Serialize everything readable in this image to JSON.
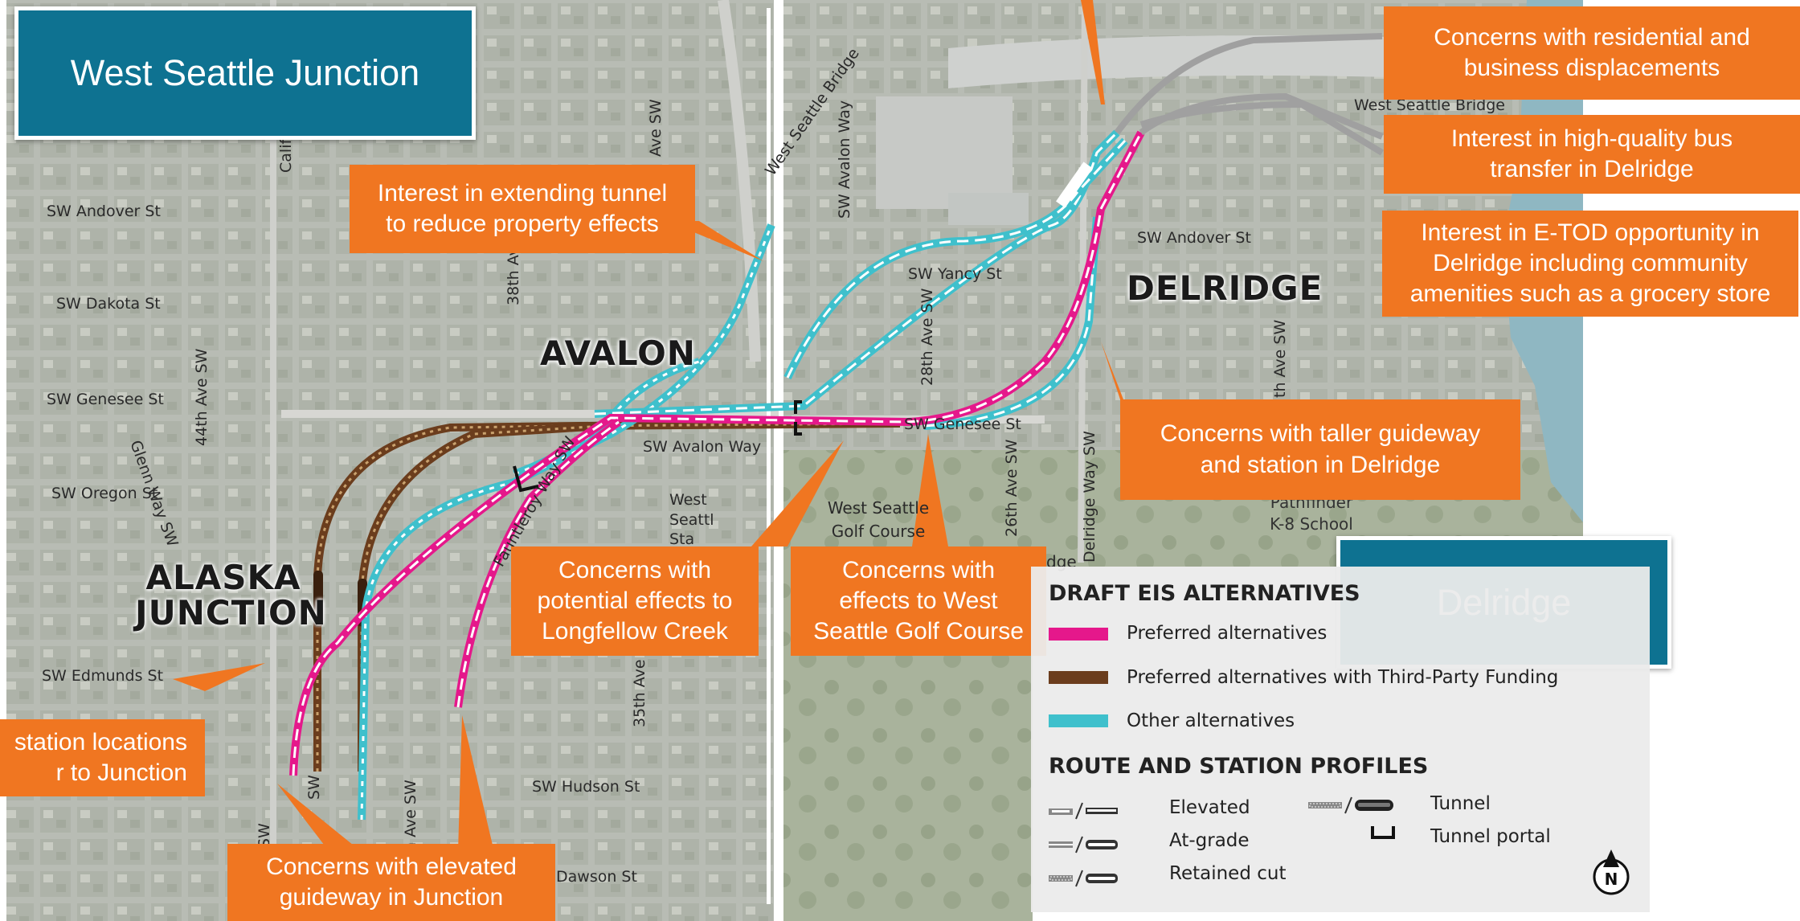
{
  "colors": {
    "preferred": "#e5188b",
    "third_party": "#6b3d1d",
    "other": "#3fc0cc",
    "callout": "#f07621",
    "titlebox": "#0e7291"
  },
  "panels": {
    "left_title": "West Seattle Junction",
    "right_title": "Delridge"
  },
  "districts": {
    "avalon": "AVALON",
    "alaska_line1": "ALASKA",
    "alaska_line2": "JUNCTION",
    "delridge": "DELRIDGE"
  },
  "streets": {
    "andover_left": "SW Andover St",
    "dakota": "SW Dakota St",
    "genesee_left": "SW Genesee St",
    "oregon": "SW Oregon St",
    "edmunds": "SW Edmunds St",
    "hudson": "SW Hudson St",
    "dawson": "Dawson St",
    "ave44": "44th Ave SW",
    "glenn": "Glenn Way SW",
    "ave38": "38th Av",
    "ave35": "35th Ave",
    "fauntleroy": "Fauntleroy Way SW",
    "avalon_way": "SW Avalon Way",
    "ws_bridge_diag": "West Seattle Bridge",
    "avalon_way_sw": "SW Avalon Way",
    "ave_sw_top": "Ave SW",
    "calif": "Calif",
    "andover_right": "SW Andover St",
    "yancy": "SW Yancy St",
    "ave28": "28th Ave SW",
    "genesee_right": "SW Genesee St",
    "ave26": "26th Ave SW",
    "delridge_way": "Delridge Way SW",
    "ws_bridge_right": "West Seattle Bridge",
    "golf": "West Seattle Golf Course",
    "pathfinder": "Pathfinder K-8 School",
    "edge": "dge",
    "ws_stadium": "West Seattl Sta",
    "sw_bottom1": "SW",
    "sw_bottom2": "SW",
    "n_ave": "n Ave SW",
    "th_ave": "th Ave SW"
  },
  "callouts": {
    "tunnel": [
      "Interest in extending tunnel",
      "to reduce property effects"
    ],
    "longfellow": [
      "Concerns with",
      "potential effects to",
      "Longfellow Creek"
    ],
    "golf": [
      "Concerns with",
      "effects to West",
      "Seattle Golf Course"
    ],
    "elevated": [
      "Concerns with elevated",
      "guideway in Junction"
    ],
    "station_loc": [
      "station locations",
      "r to Junction"
    ],
    "displacement": [
      "Concerns with residential and",
      "business displacements"
    ],
    "bus": [
      "Interest in high-quality bus",
      "transfer in Delridge"
    ],
    "etod": [
      "Interest in E-TOD opportunity in",
      "Delridge including community",
      "amenities such as a grocery store"
    ],
    "taller": [
      "Concerns with taller guideway",
      "and station in Delridge"
    ]
  },
  "legend": {
    "heading1": "DRAFT EIS ALTERNATIVES",
    "preferred": "Preferred alternatives",
    "third_party": "Preferred alternatives with Third-Party Funding",
    "other": "Other alternatives",
    "heading2": "ROUTE AND STATION PROFILES",
    "elevated": "Elevated",
    "at_grade": "At-grade",
    "retained": "Retained cut",
    "tunnel": "Tunnel",
    "portal": "Tunnel portal",
    "north": "N"
  }
}
